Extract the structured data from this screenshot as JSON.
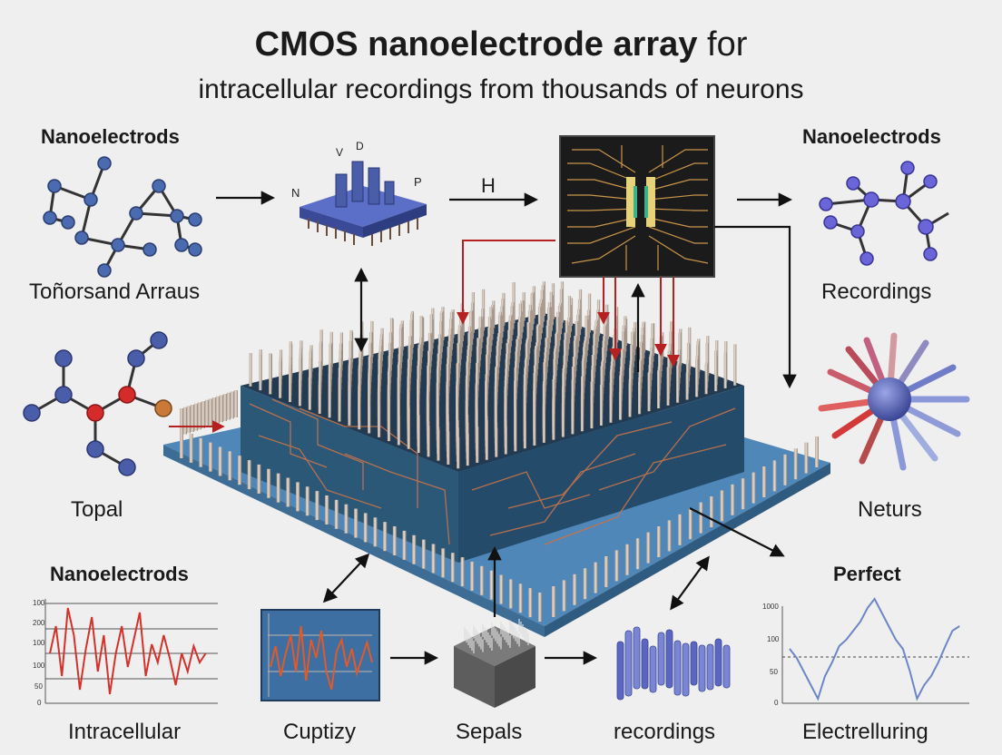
{
  "title": {
    "bold": "CMOS nanoelectrode array",
    "rest": " for",
    "subtitle": "intracellular recordings from thousands of neurons"
  },
  "labels": {
    "nanoelectrods_top_left": "Nanoelectrods",
    "tonorsand_arraus": "Toñorsand Arraus",
    "topal": "Topal",
    "nanoelectrods_bottom_left": "Nanoelectrods",
    "intracellular": "Intracellular",
    "cuptizy": "Cuptizy",
    "sepals": "Sepals",
    "recordings_bottom": "recordings",
    "perfect": "Perfect",
    "electrelluring": "Electrelluring",
    "nanoelectrods_top_right": "Nanoelectrods",
    "recordings_right": "Recordings",
    "neturs": "Neturs",
    "arrow_h": "H",
    "chip_n": "N",
    "chip_p": "P",
    "chip_v": "V",
    "chip_d": "D"
  },
  "left_graph_ticks": [
    "100",
    "200",
    "100",
    "100",
    "50",
    "0"
  ],
  "right_graph_ticks": [
    "1000",
    "100",
    "50",
    "0"
  ],
  "colors": {
    "background": "#efefef",
    "molecule_blue": "#4a5da8",
    "molecule_red": "#d62b2b",
    "molecule_orange": "#c97a3a",
    "arrow_red": "#b52020",
    "substrate_blue": "#4f87b8",
    "chip_dark": "#1b1b1b",
    "trace_red": "#d3322a",
    "trace_blue": "#6b86c8"
  }
}
